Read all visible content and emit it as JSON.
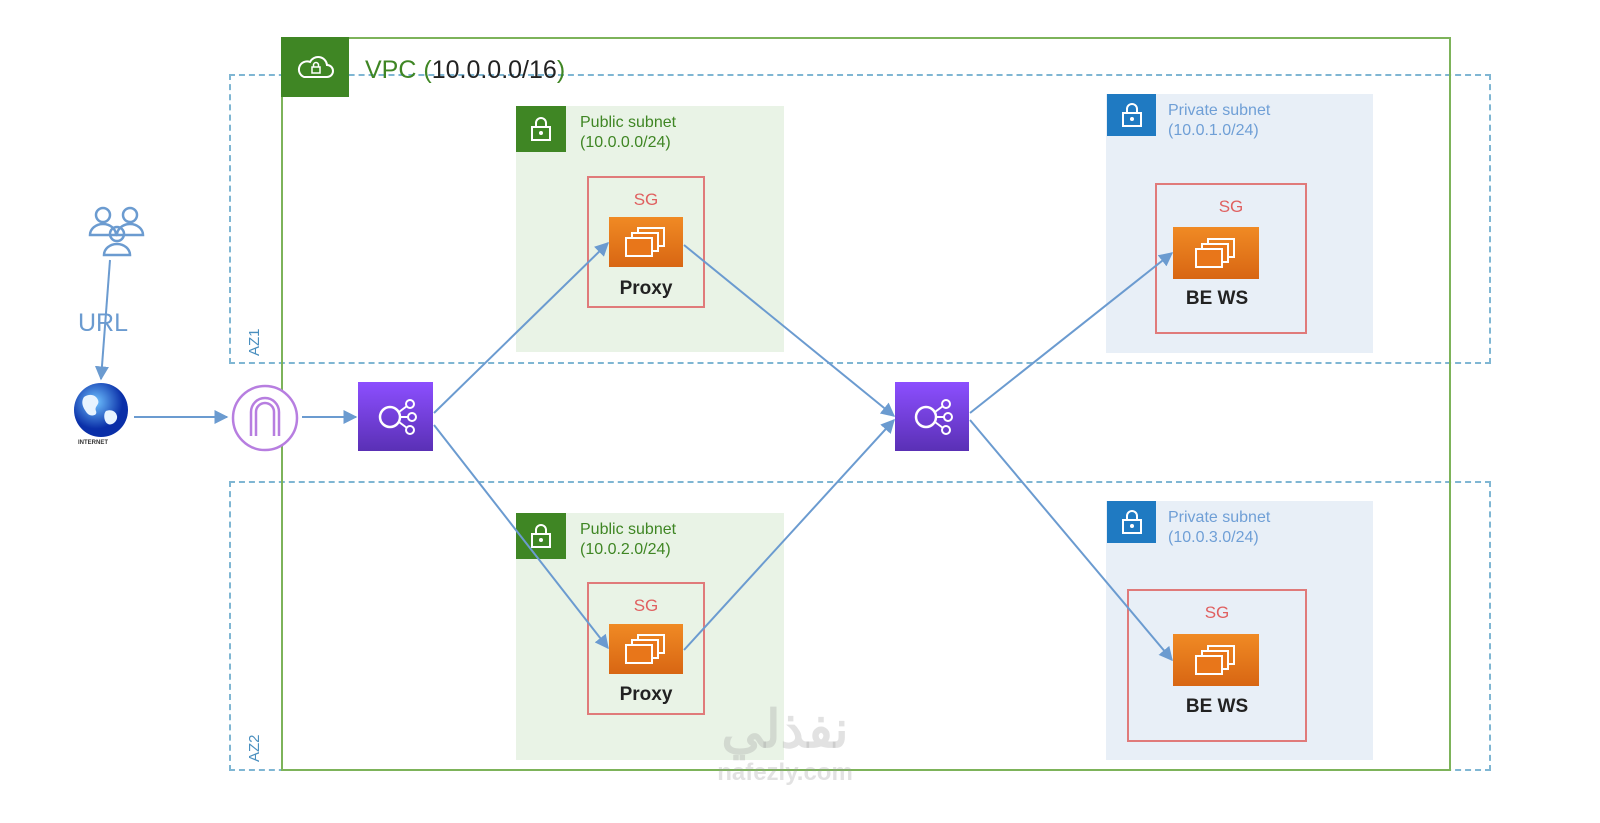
{
  "vpc": {
    "title_prefix": "VPC (",
    "cidr": "10.0.0.0/16",
    "title_suffix": ")"
  },
  "zones": [
    {
      "label": "AZ1"
    },
    {
      "label": "AZ2"
    }
  ],
  "public_subnets": [
    {
      "title": "Public subnet",
      "cidr": "(10.0.0.0/24)",
      "sg": "SG",
      "instance": "Proxy"
    },
    {
      "title": "Public subnet",
      "cidr": "(10.0.2.0/24)",
      "sg": "SG",
      "instance": "Proxy"
    }
  ],
  "private_subnets": [
    {
      "title": "Private subnet",
      "cidr": "(10.0.1.0/24)",
      "sg": "SG",
      "instance": "BE WS"
    },
    {
      "title": "Private subnet",
      "cidr": "(10.0.3.0/24)",
      "sg": "SG",
      "instance": "BE WS"
    }
  ],
  "external": {
    "url_label": "URL",
    "internet_label": "INTERNET"
  },
  "watermark": {
    "arabic": "نفذلي",
    "latin": "nafezly.com"
  },
  "colors": {
    "vpc": "#7db35a",
    "vpc_header": "#3f8624",
    "public_bg": "#e9f3e6",
    "private_bg": "#e8eff7",
    "sg": "#e07a7a",
    "ec2": "#e8761a",
    "elb": "#7443e0",
    "arrow": "#6b9bd0",
    "az": "#7fb6d3"
  }
}
